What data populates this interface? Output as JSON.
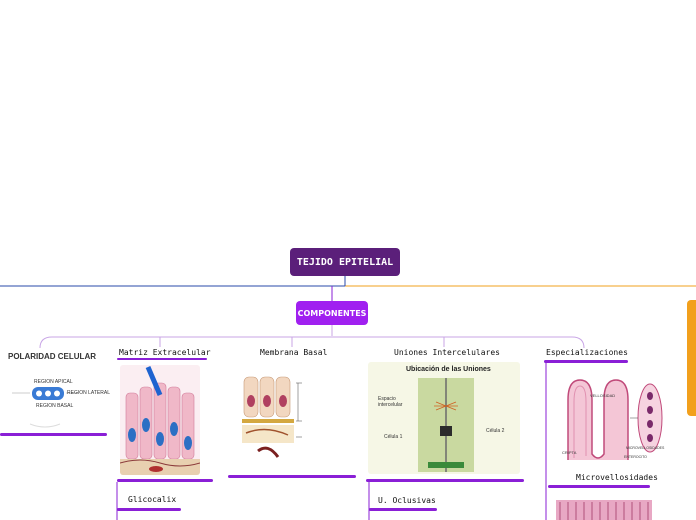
{
  "root": {
    "label": "TEJIDO EPITELIAL"
  },
  "sub": {
    "label": "COMPONENTES"
  },
  "branches": [
    {
      "label": "POLARIDAD CELULAR"
    },
    {
      "label": "Matriz Extracelular"
    },
    {
      "label": "Membrana Basal"
    },
    {
      "label": "Uniones Intercelulares"
    },
    {
      "label": "Especializaciones"
    }
  ],
  "children": {
    "glicocalix": "Glicocalix",
    "oclusivas": "U. Oclusivas",
    "microvellosidades": "Microvellosidades"
  },
  "images": {
    "polaridad": {
      "apical": "REGION APICAL",
      "lateral": "REGION LATERAL",
      "basal": "REGION BASAL"
    },
    "uniones": {
      "title": "Ubicación de las Uniones",
      "celula1": "Célula 1",
      "celula2": "Célula 2",
      "espacio": "Espacio intercelular"
    },
    "especializaciones": {
      "vellosidad": "VELLOSIDAD",
      "cripta": "CRIPTA",
      "microvellosidades": "MICROVELLOSIDADES",
      "enterocito": "ENTEROCITO"
    }
  },
  "colors": {
    "root": "#5b1f7a",
    "sub": "#a020f0",
    "underline": "#8a1fd6",
    "line_blue": "#2a4aa8",
    "line_orange": "#f2a01c",
    "connector": "#c9a6e6"
  }
}
